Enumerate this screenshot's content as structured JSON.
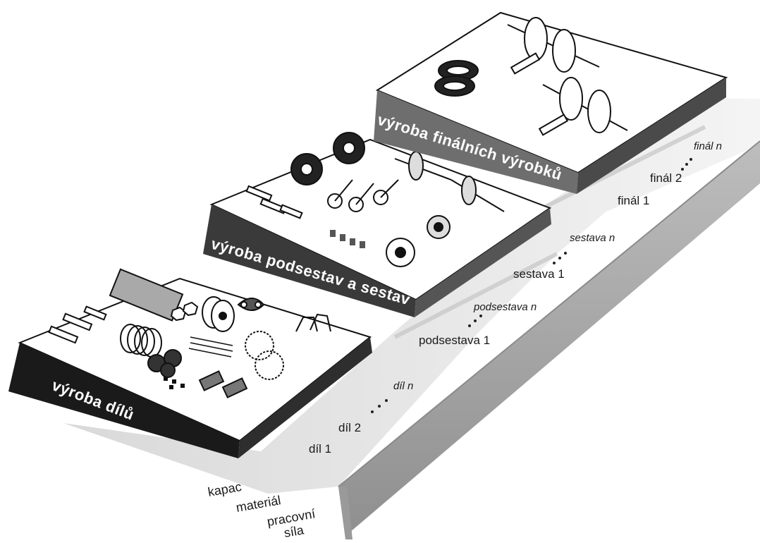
{
  "platforms": {
    "parts": "výroba  dílů",
    "subassemblies": "výroba podsestav a sestav",
    "final": "výroba finálních výrobků"
  },
  "step_labels": {
    "part_1": "díl 1",
    "part_2": "díl 2",
    "part_n": "díl n",
    "subassembly_1": "podsestava 1",
    "subassembly_n": "podsestava n",
    "assembly_1": "sestava 1",
    "assembly_n": "sestava n",
    "final_1": "finál 1",
    "final_2": "finál 2",
    "final_n": "finál n"
  },
  "resources": {
    "capacity": "kapac",
    "material": "materiál",
    "labor_line1": "pracovní",
    "labor_line2": "síla"
  }
}
